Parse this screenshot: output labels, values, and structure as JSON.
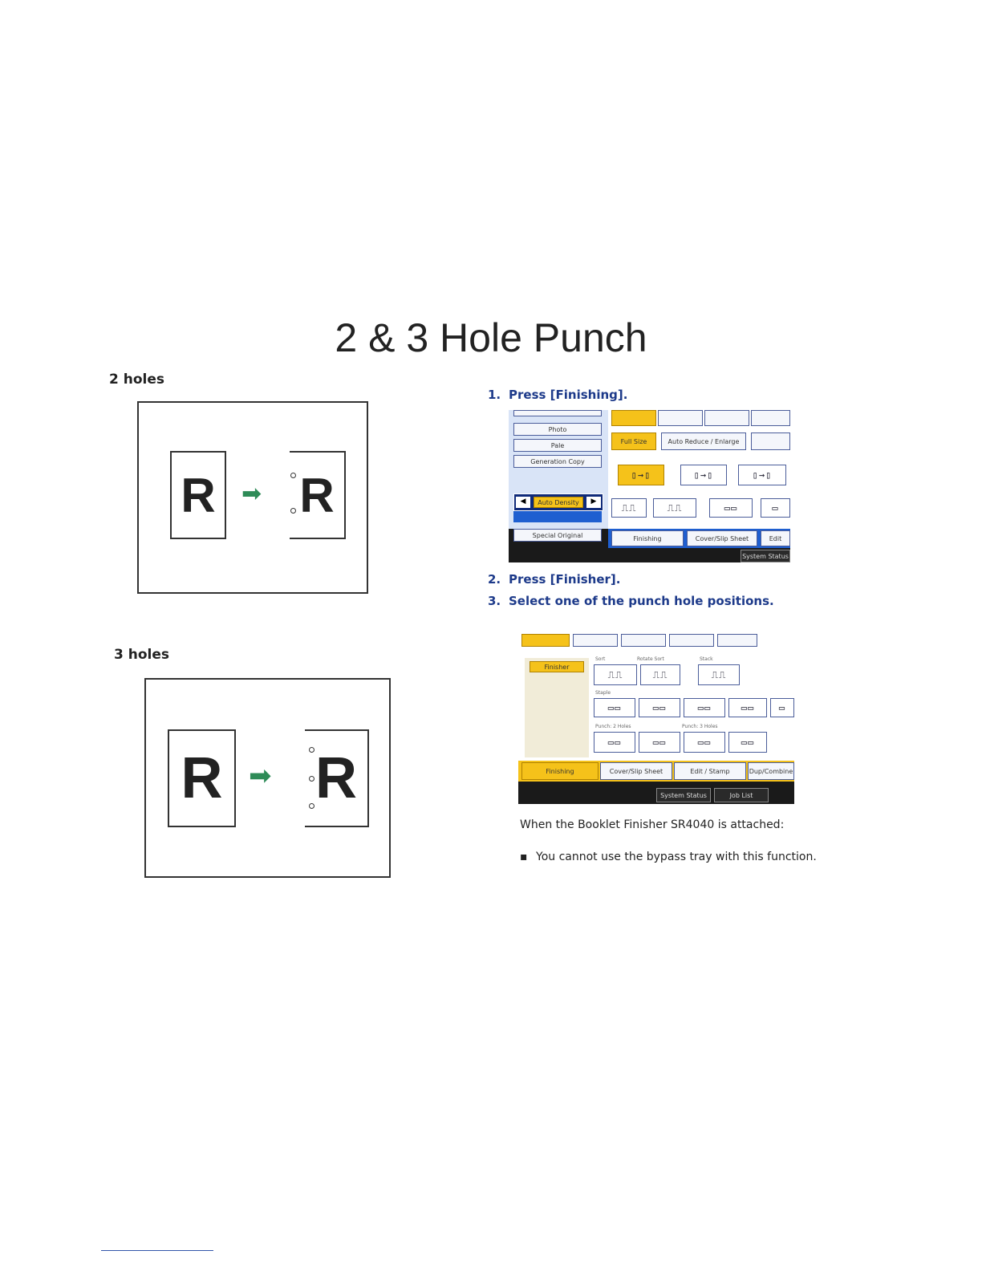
{
  "title": "2 & 3 Hole Punch",
  "left": {
    "two_holes_label": "2 holes",
    "three_holes_label": "3 holes",
    "letter": "R",
    "arrow": "➡"
  },
  "steps": [
    {
      "num": "1.",
      "text": "Press [Finishing]."
    },
    {
      "num": "2.",
      "text": "Press [Finisher]."
    },
    {
      "num": "3.",
      "text": "Select one of the punch hole positions."
    }
  ],
  "note": "When the Booklet Finisher SR4040 is attached:",
  "bullet": "You cannot use the bypass tray with this function.",
  "panel1": {
    "left_buttons": [
      "Photo",
      "Pale",
      "Generation Copy"
    ],
    "density_label": "Auto Density",
    "special_original": "Special Original",
    "row_buttons": [
      "Full Size",
      "Auto Reduce / Enlarge"
    ],
    "tabs": [
      "Finishing",
      "Cover/Slip Sheet",
      "Edit"
    ],
    "status": "System Status"
  },
  "panel2": {
    "side_tab": "Finisher",
    "section_labels": [
      "Sort",
      "Rotate Sort",
      "Stack",
      "Staple",
      "Punch: 2 Holes",
      "Punch: 3 Holes"
    ],
    "tabs": [
      "Finishing",
      "Cover/Slip Sheet",
      "Edit / Stamp",
      "Dup/Combine"
    ],
    "status": [
      "System Status",
      "Job List"
    ]
  },
  "colors": {
    "accent": "#f5c21a",
    "panel_blue": "#1f5fd0",
    "arrow": "#2e8b57",
    "step_text": "#1d3a8a"
  }
}
